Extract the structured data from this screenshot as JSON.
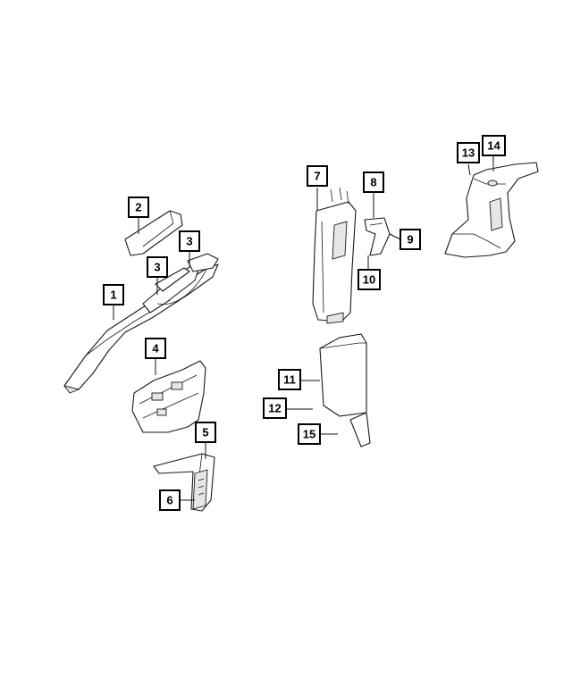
{
  "callouts": [
    {
      "id": "c1",
      "label": "1"
    },
    {
      "id": "c2",
      "label": "2"
    },
    {
      "id": "c3a",
      "label": "3"
    },
    {
      "id": "c3b",
      "label": "3"
    },
    {
      "id": "c4",
      "label": "4"
    },
    {
      "id": "c5",
      "label": "5"
    },
    {
      "id": "c6",
      "label": "6"
    },
    {
      "id": "c7",
      "label": "7"
    },
    {
      "id": "c8",
      "label": "8"
    },
    {
      "id": "c9",
      "label": "9"
    },
    {
      "id": "c10",
      "label": "10"
    },
    {
      "id": "c11",
      "label": "11"
    },
    {
      "id": "c12",
      "label": "12"
    },
    {
      "id": "c13",
      "label": "13"
    },
    {
      "id": "c14",
      "label": "14"
    },
    {
      "id": "c15",
      "label": "15"
    }
  ]
}
